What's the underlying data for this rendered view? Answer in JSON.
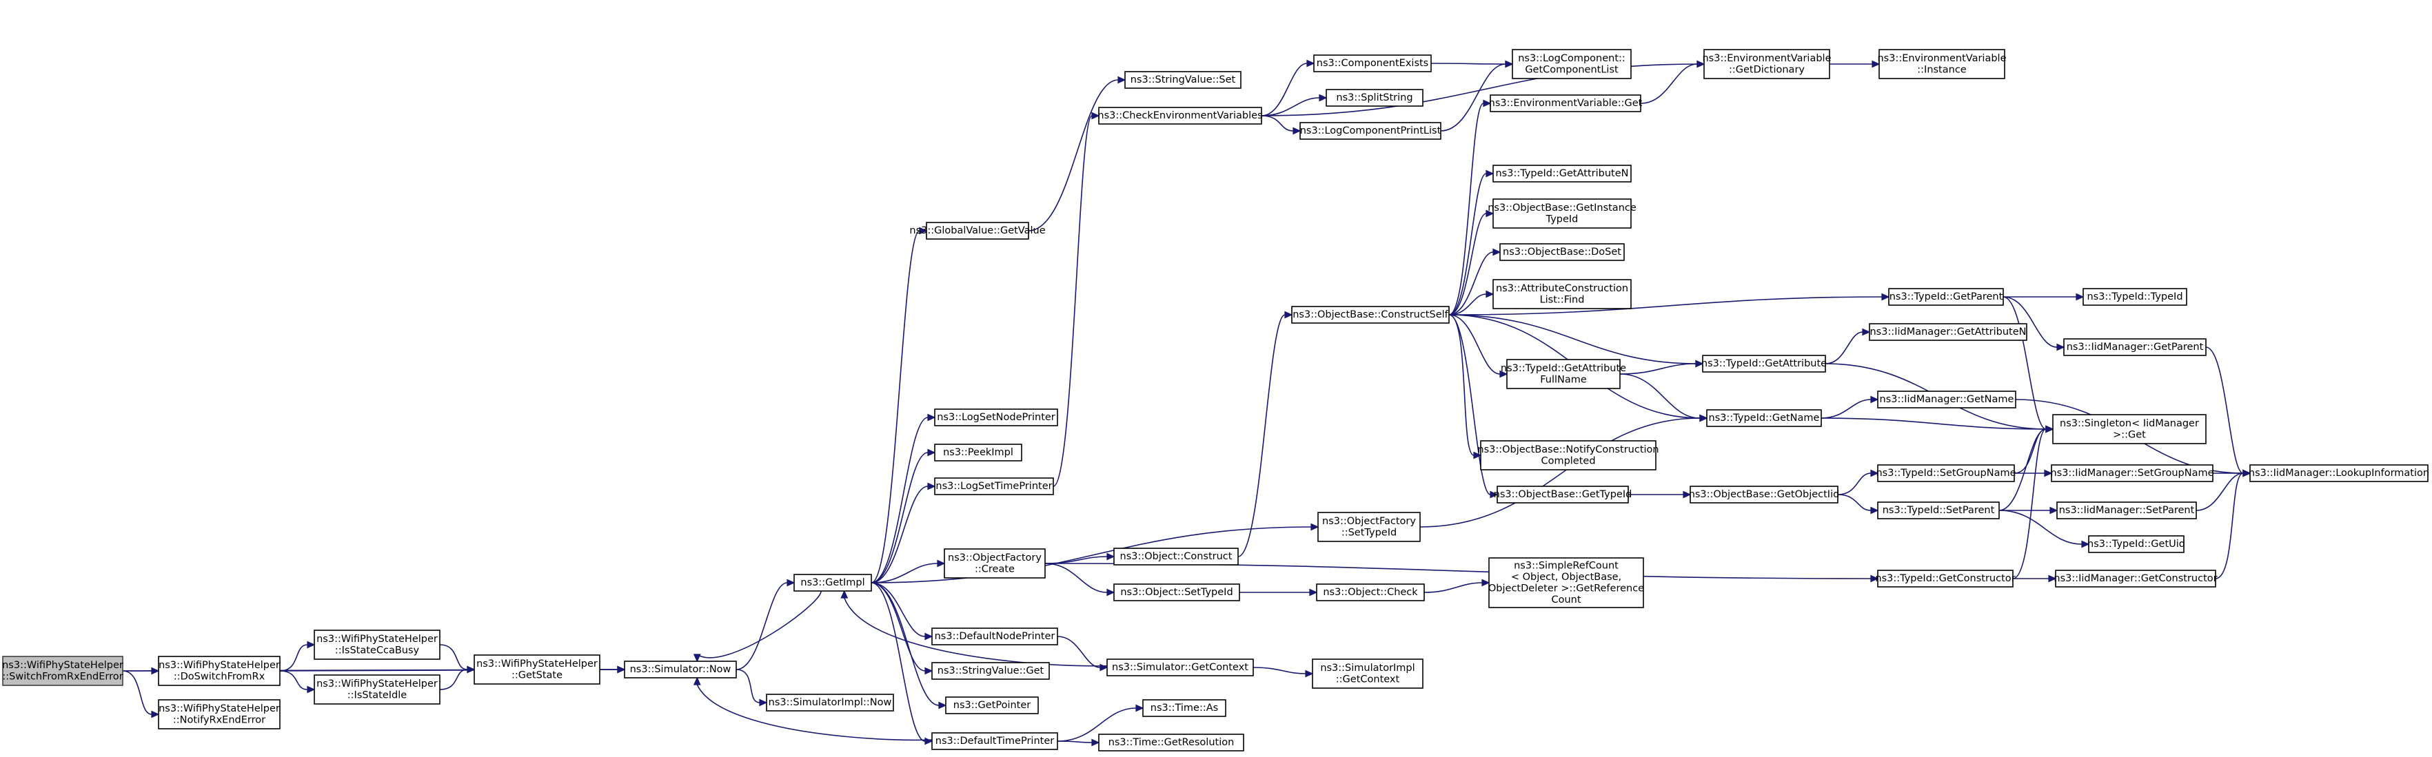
{
  "colors": {
    "edge": "#191970",
    "root_fill": "#bfbfbf",
    "node_fill": "#ffffff",
    "node_border": "#000000"
  },
  "nodes": [
    {
      "id": "root",
      "lines": [
        "ns3::WifiPhyStateHelper",
        "::SwitchFromRxEndError"
      ],
      "root": true
    },
    {
      "id": "doswitch",
      "lines": [
        "ns3::WifiPhyStateHelper",
        "::DoSwitchFromRx"
      ]
    },
    {
      "id": "notifyrx",
      "lines": [
        "ns3::WifiPhyStateHelper",
        "::NotifyRxEndError"
      ]
    },
    {
      "id": "ccabusy",
      "lines": [
        "ns3::WifiPhyStateHelper",
        "::IsStateCcaBusy"
      ]
    },
    {
      "id": "idle",
      "lines": [
        "ns3::WifiPhyStateHelper",
        "::IsStateIdle"
      ]
    },
    {
      "id": "getstate",
      "lines": [
        "ns3::WifiPhyStateHelper",
        "::GetState"
      ]
    },
    {
      "id": "simnow",
      "lines": [
        "ns3::Simulator::Now"
      ]
    },
    {
      "id": "implnow",
      "lines": [
        "ns3::SimulatorImpl::Now"
      ]
    },
    {
      "id": "getimpl",
      "lines": [
        "ns3::GetImpl"
      ]
    },
    {
      "id": "globalvalue",
      "lines": [
        "ns3::GlobalValue::GetValue"
      ]
    },
    {
      "id": "lognodeprinter",
      "lines": [
        "ns3::LogSetNodePrinter"
      ]
    },
    {
      "id": "peekimpl",
      "lines": [
        "ns3::PeekImpl"
      ]
    },
    {
      "id": "logtimeprinter",
      "lines": [
        "ns3::LogSetTimePrinter"
      ]
    },
    {
      "id": "ofcreate",
      "lines": [
        "ns3::ObjectFactory",
        "::Create"
      ]
    },
    {
      "id": "defnodeprinter",
      "lines": [
        "ns3::DefaultNodePrinter"
      ]
    },
    {
      "id": "stringget",
      "lines": [
        "ns3::StringValue::Get"
      ]
    },
    {
      "id": "getpointer",
      "lines": [
        "ns3::GetPointer"
      ]
    },
    {
      "id": "deftimeprinter",
      "lines": [
        "ns3::DefaultTimePrinter"
      ]
    },
    {
      "id": "stringset",
      "lines": [
        "ns3::StringValue::Set"
      ]
    },
    {
      "id": "checkenv",
      "lines": [
        "ns3::CheckEnvironmentVariables"
      ]
    },
    {
      "id": "objconstruct",
      "lines": [
        "ns3::Object::Construct"
      ]
    },
    {
      "id": "objsettypeid",
      "lines": [
        "ns3::Object::SetTypeId"
      ]
    },
    {
      "id": "simgetcontext",
      "lines": [
        "ns3::Simulator::GetContext"
      ]
    },
    {
      "id": "timeas",
      "lines": [
        "ns3::Time::As"
      ]
    },
    {
      "id": "timegetres",
      "lines": [
        "ns3::Time::GetResolution"
      ]
    },
    {
      "id": "compexists",
      "lines": [
        "ns3::ComponentExists"
      ]
    },
    {
      "id": "splitstring",
      "lines": [
        "ns3::SplitString"
      ]
    },
    {
      "id": "logprintlist",
      "lines": [
        "ns3::LogComponentPrintList"
      ]
    },
    {
      "id": "constructself",
      "lines": [
        "ns3::ObjectBase::ConstructSelf"
      ]
    },
    {
      "id": "ofsettypeid",
      "lines": [
        "ns3::ObjectFactory",
        "::SetTypeId"
      ]
    },
    {
      "id": "objcheck",
      "lines": [
        "ns3::Object::Check"
      ]
    },
    {
      "id": "implgetcontext",
      "lines": [
        "ns3::SimulatorImpl",
        "::GetContext"
      ]
    },
    {
      "id": "logcomplist",
      "lines": [
        "ns3::LogComponent::",
        "GetComponentList"
      ]
    },
    {
      "id": "envget",
      "lines": [
        "ns3::EnvironmentVariable::Get"
      ]
    },
    {
      "id": "tidgetattrn",
      "lines": [
        "ns3::TypeId::GetAttributeN"
      ]
    },
    {
      "id": "obgetinstance",
      "lines": [
        "ns3::ObjectBase::GetInstance",
        "TypeId"
      ]
    },
    {
      "id": "obdoset",
      "lines": [
        "ns3::ObjectBase::DoSet"
      ]
    },
    {
      "id": "attrconstfind",
      "lines": [
        "ns3::AttributeConstruction",
        "List::Find"
      ]
    },
    {
      "id": "tidgetattrfull",
      "lines": [
        "ns3::TypeId::GetAttribute",
        "FullName"
      ]
    },
    {
      "id": "obnotify",
      "lines": [
        "ns3::ObjectBase::NotifyConstruction",
        "Completed"
      ]
    },
    {
      "id": "obgettypeid",
      "lines": [
        "ns3::ObjectBase::GetTypeId"
      ]
    },
    {
      "id": "simplerefcount",
      "lines": [
        "ns3::SimpleRefCount",
        "< Object, ObjectBase,",
        "ObjectDeleter >::GetReference",
        "Count"
      ]
    },
    {
      "id": "envgetdict",
      "lines": [
        "ns3::EnvironmentVariable",
        "::GetDictionary"
      ]
    },
    {
      "id": "tidgetattr",
      "lines": [
        "ns3::TypeId::GetAttribute"
      ]
    },
    {
      "id": "tidgetname",
      "lines": [
        "ns3::TypeId::GetName"
      ]
    },
    {
      "id": "obgetobjectiid",
      "lines": [
        "ns3::ObjectBase::GetObjectIid"
      ]
    },
    {
      "id": "envinstance",
      "lines": [
        "ns3::EnvironmentVariable",
        "::Instance"
      ]
    },
    {
      "id": "tidgetparent",
      "lines": [
        "ns3::TypeId::GetParent"
      ]
    },
    {
      "id": "iidgetattrn",
      "lines": [
        "ns3::IidManager::GetAttributeN"
      ]
    },
    {
      "id": "iidgetname",
      "lines": [
        "ns3::IidManager::GetName"
      ]
    },
    {
      "id": "tidsetgroupname",
      "lines": [
        "ns3::TypeId::SetGroupName"
      ]
    },
    {
      "id": "tidsetparent",
      "lines": [
        "ns3::TypeId::SetParent"
      ]
    },
    {
      "id": "tidgetconstructor",
      "lines": [
        "ns3::TypeId::GetConstructor"
      ]
    },
    {
      "id": "tidtypeid",
      "lines": [
        "ns3::TypeId::TypeId"
      ]
    },
    {
      "id": "iidgetparent",
      "lines": [
        "ns3::IidManager::GetParent"
      ]
    },
    {
      "id": "singletonget",
      "lines": [
        "ns3::Singleton< IidManager",
        ">::Get"
      ]
    },
    {
      "id": "iidsetgroupname",
      "lines": [
        "ns3::IidManager::SetGroupName"
      ]
    },
    {
      "id": "iidsetparent",
      "lines": [
        "ns3::IidManager::SetParent"
      ]
    },
    {
      "id": "tidgetuid",
      "lines": [
        "ns3::TypeId::GetUid"
      ]
    },
    {
      "id": "iidgetconstructor",
      "lines": [
        "ns3::IidManager::GetConstructor"
      ]
    },
    {
      "id": "iidlookup",
      "lines": [
        "ns3::IidManager::LookupInformation"
      ]
    }
  ],
  "edges": [
    [
      "root",
      "doswitch"
    ],
    [
      "root",
      "notifyrx"
    ],
    [
      "root",
      "simnow"
    ],
    [
      "doswitch",
      "ccabusy"
    ],
    [
      "doswitch",
      "idle"
    ],
    [
      "doswitch",
      "simnow"
    ],
    [
      "ccabusy",
      "getstate"
    ],
    [
      "idle",
      "getstate"
    ],
    [
      "getstate",
      "simnow"
    ],
    [
      "simnow",
      "getimpl"
    ],
    [
      "simnow",
      "implnow"
    ],
    [
      "getimpl",
      "globalvalue"
    ],
    [
      "getimpl",
      "lognodeprinter"
    ],
    [
      "getimpl",
      "peekimpl"
    ],
    [
      "getimpl",
      "logtimeprinter"
    ],
    [
      "getimpl",
      "ofcreate"
    ],
    [
      "getimpl",
      "defnodeprinter"
    ],
    [
      "getimpl",
      "stringget"
    ],
    [
      "getimpl",
      "getpointer"
    ],
    [
      "getimpl",
      "deftimeprinter"
    ],
    [
      "getimpl",
      "simnow"
    ],
    [
      "getimpl",
      "ofsettypeid"
    ],
    [
      "globalvalue",
      "stringset"
    ],
    [
      "logtimeprinter",
      "checkenv"
    ],
    [
      "ofcreate",
      "objconstruct"
    ],
    [
      "ofcreate",
      "objsettypeid"
    ],
    [
      "ofcreate",
      "tidgetconstructor"
    ],
    [
      "defnodeprinter",
      "simgetcontext"
    ],
    [
      "simgetcontext",
      "getimpl"
    ],
    [
      "simgetcontext",
      "implgetcontext"
    ],
    [
      "deftimeprinter",
      "timeas"
    ],
    [
      "deftimeprinter",
      "timegetres"
    ],
    [
      "deftimeprinter",
      "simnow"
    ],
    [
      "checkenv",
      "compexists"
    ],
    [
      "checkenv",
      "splitstring"
    ],
    [
      "checkenv",
      "logprintlist"
    ],
    [
      "checkenv",
      "envgetdict"
    ],
    [
      "compexists",
      "logcomplist"
    ],
    [
      "logprintlist",
      "logcomplist"
    ],
    [
      "objconstruct",
      "constructself"
    ],
    [
      "objsettypeid",
      "objcheck"
    ],
    [
      "objcheck",
      "simplerefcount"
    ],
    [
      "ofsettypeid",
      "tidgetname"
    ],
    [
      "constructself",
      "envget"
    ],
    [
      "constructself",
      "tidgetattrn"
    ],
    [
      "constructself",
      "obgetinstance"
    ],
    [
      "constructself",
      "obdoset"
    ],
    [
      "constructself",
      "attrconstfind"
    ],
    [
      "constructself",
      "tidgetattrfull"
    ],
    [
      "constructself",
      "obnotify"
    ],
    [
      "constructself",
      "obgettypeid"
    ],
    [
      "constructself",
      "tidgetattr"
    ],
    [
      "constructself",
      "tidgetname"
    ],
    [
      "constructself",
      "tidgetparent"
    ],
    [
      "envget",
      "envgetdict"
    ],
    [
      "envgetdict",
      "envinstance"
    ],
    [
      "tidgetattrfull",
      "tidgetattr"
    ],
    [
      "tidgetattrfull",
      "tidgetname"
    ],
    [
      "obgettypeid",
      "obgetobjectiid"
    ],
    [
      "obgetobjectiid",
      "tidsetgroupname"
    ],
    [
      "obgetobjectiid",
      "tidsetparent"
    ],
    [
      "tidgetattr",
      "iidgetattrn"
    ],
    [
      "tidgetattr",
      "singletonget"
    ],
    [
      "tidgetname",
      "iidgetname"
    ],
    [
      "tidgetname",
      "singletonget"
    ],
    [
      "tidgetparent",
      "tidtypeid"
    ],
    [
      "tidgetparent",
      "iidgetparent"
    ],
    [
      "tidgetparent",
      "singletonget"
    ],
    [
      "tidsetgroupname",
      "singletonget"
    ],
    [
      "tidsetgroupname",
      "iidsetgroupname"
    ],
    [
      "tidsetparent",
      "singletonget"
    ],
    [
      "tidsetparent",
      "iidsetparent"
    ],
    [
      "tidsetparent",
      "tidgetuid"
    ],
    [
      "tidgetconstructor",
      "singletonget"
    ],
    [
      "tidgetconstructor",
      "iidgetconstructor"
    ],
    [
      "iidgetname",
      "iidlookup"
    ],
    [
      "iidgetparent",
      "iidlookup"
    ],
    [
      "iidsetgroupname",
      "iidlookup"
    ],
    [
      "iidsetparent",
      "iidlookup"
    ],
    [
      "iidgetconstructor",
      "iidlookup"
    ]
  ]
}
